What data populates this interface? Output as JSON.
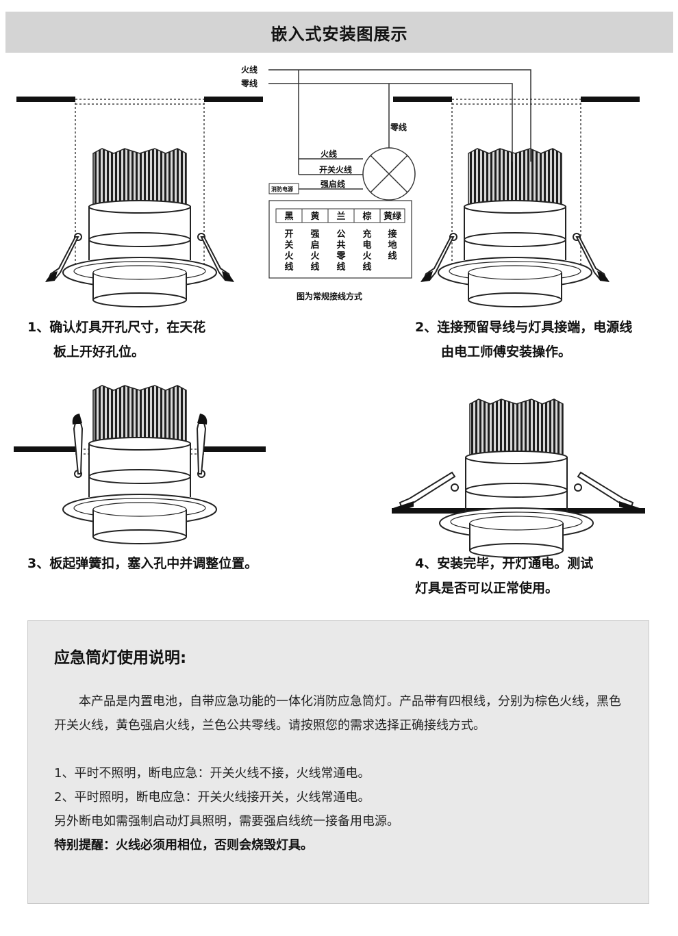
{
  "header": {
    "title": "嵌入式安装图展示"
  },
  "wiring": {
    "live_label": "火线",
    "neutral_label": "零线",
    "lamp_neutral": "零线",
    "lamp_live": "火线",
    "switch_live": "开关火线",
    "force_start": "强启线",
    "fire_power": "消防电源",
    "color_table": [
      {
        "color": "黑",
        "lines": [
          "开",
          "关",
          "火",
          "线"
        ]
      },
      {
        "color": "黄",
        "lines": [
          "强",
          "启",
          "火",
          "线"
        ]
      },
      {
        "color": "兰",
        "lines": [
          "公",
          "共",
          "零",
          "线"
        ]
      },
      {
        "color": "棕",
        "lines": [
          "充",
          "电",
          "火",
          "线"
        ]
      },
      {
        "color": "黄绿",
        "lines": [
          "接",
          "地",
          "线"
        ]
      }
    ],
    "caption": "图为常规接线方式"
  },
  "steps": [
    {
      "lines": [
        "1、确认灯具开孔尺寸，在天花",
        "板上开好孔位。"
      ]
    },
    {
      "lines": [
        "2、连接预留导线与灯具接端，电源线",
        "由电工师傅安装操作。"
      ]
    },
    {
      "lines": [
        "3、板起弹簧扣，塞入孔中并调整位置。"
      ]
    },
    {
      "lines": [
        "4、安装完毕，开灯通电。测试",
        "灯具是否可以正常使用。"
      ]
    }
  ],
  "notes": {
    "title": "应急筒灯使用说明:",
    "intro": "本产品是内置电池，自带应急功能的一体化消防应急筒灯。产品带有四根线，分别为棕色火线，黑色开关火线，黄色强启火线，兰色公共零线。请按照您的需求选择正确接线方式。",
    "item1": "1、平时不照明，断电应急：开关火线不接，火线常通电。",
    "item2": "2、平时照明，断电应急：开关火线接开关，火线常通电。",
    "extra": "另外断电如需强制启动灯具照明，需要强启线统一接备用电源。",
    "warning": "特别提醒：火线必须用相位，否则会烧毁灯具。"
  }
}
